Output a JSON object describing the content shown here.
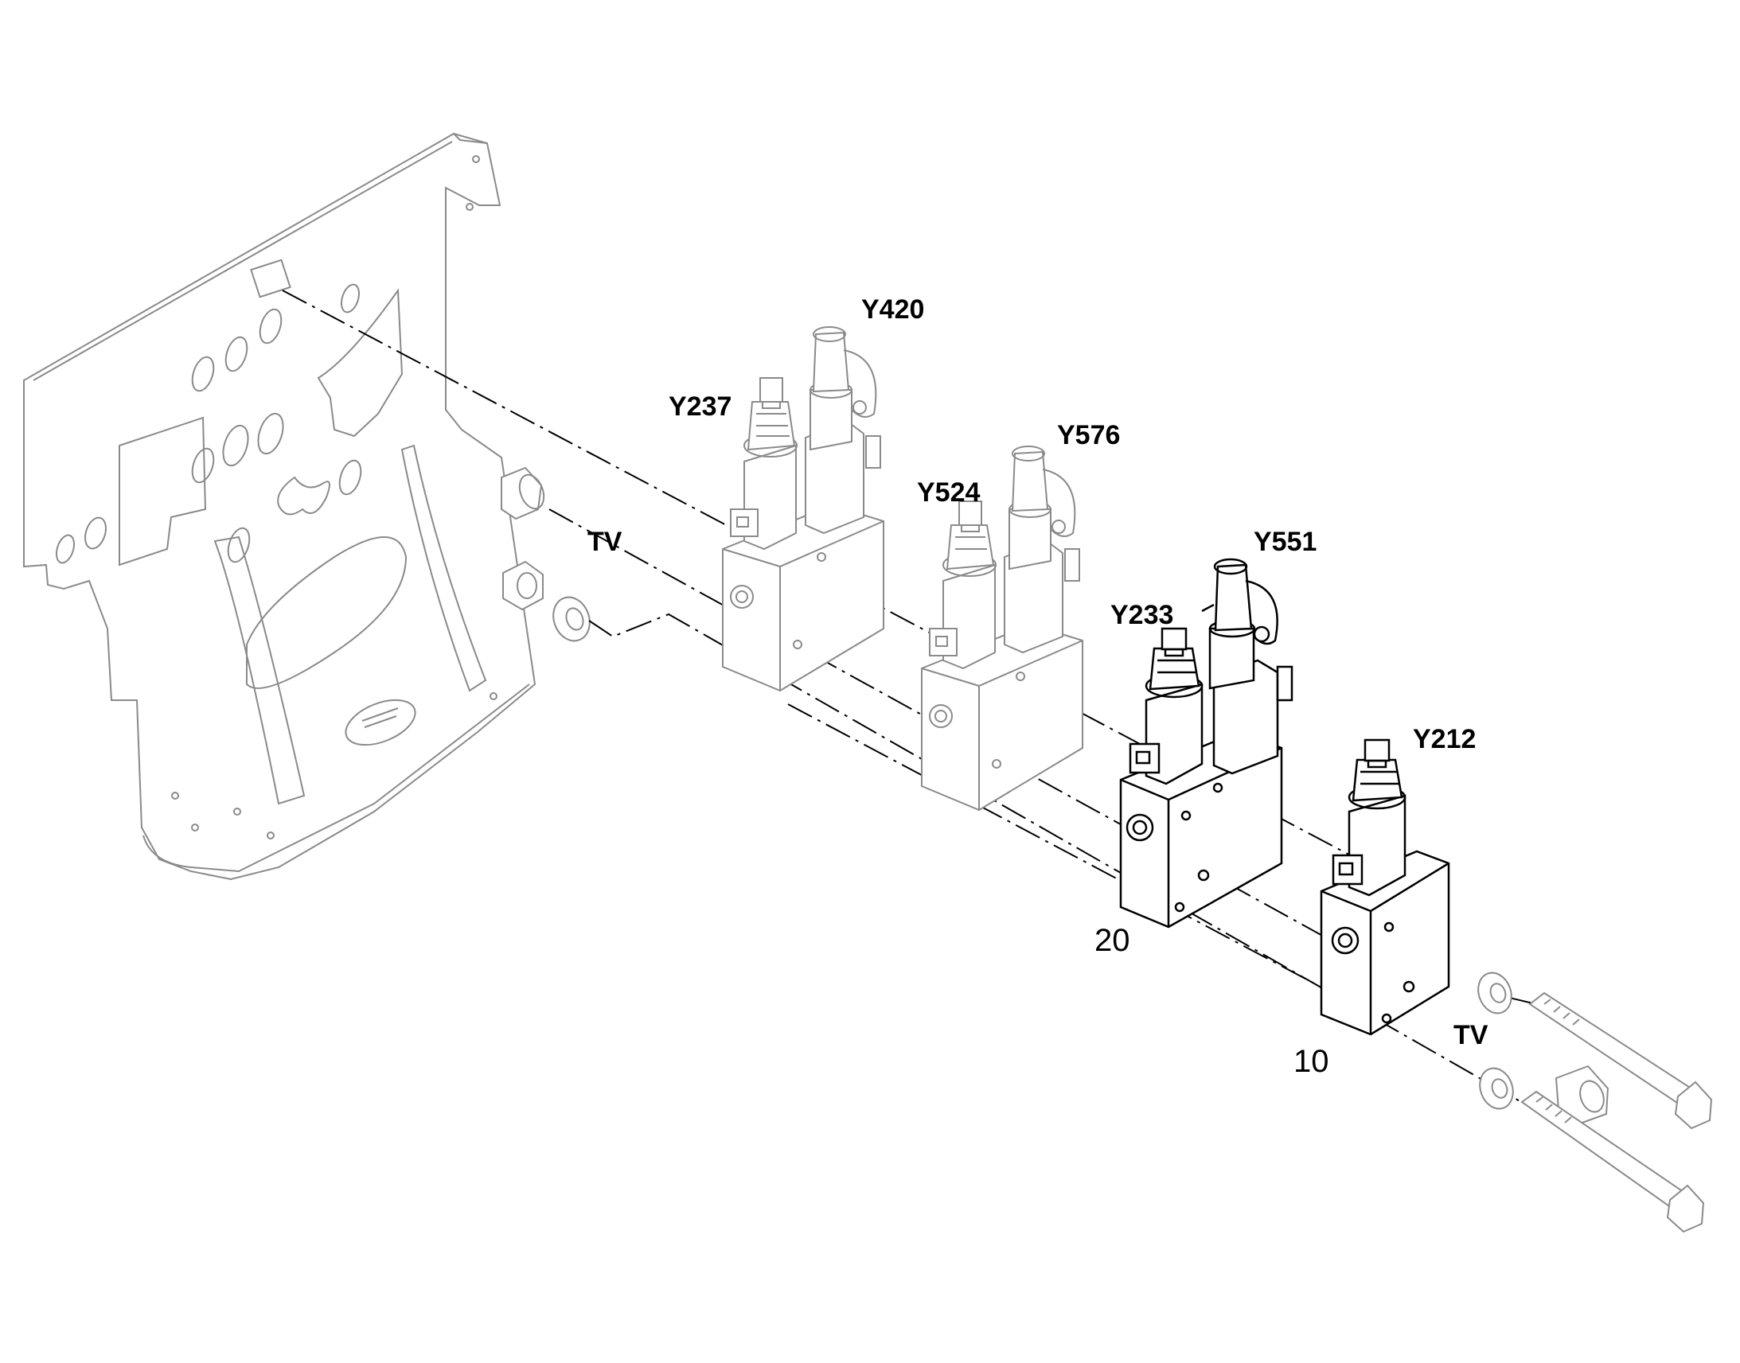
{
  "labels": {
    "y420": "Y420",
    "y237": "Y237",
    "y576": "Y576",
    "y524": "Y524",
    "y551": "Y551",
    "y233": "Y233",
    "y212": "Y212",
    "tv_left": "TV",
    "tv_right": "TV"
  },
  "item_numbers": {
    "block_20": "20",
    "block_10": "10"
  }
}
